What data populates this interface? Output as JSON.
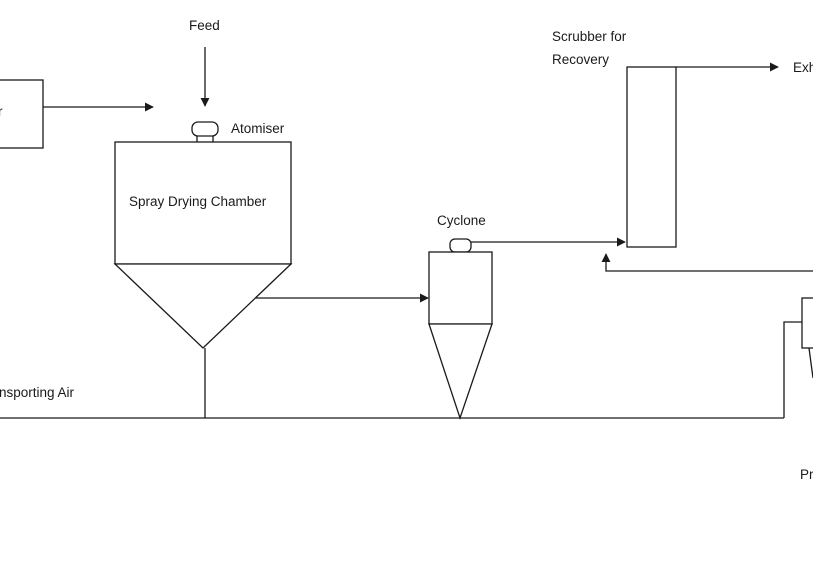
{
  "labels": {
    "feed": "Feed",
    "atomiser": "Atomiser",
    "spray_chamber": "Spray Drying Chamber",
    "cyclone": "Cyclone",
    "scrubber_line1": "Scrubber for",
    "scrubber_line2": "Recovery",
    "exhaust_partial": "Exh",
    "heater_partial": "r",
    "transport_air_partial": "nsporting Air",
    "product_partial": "Pr"
  }
}
